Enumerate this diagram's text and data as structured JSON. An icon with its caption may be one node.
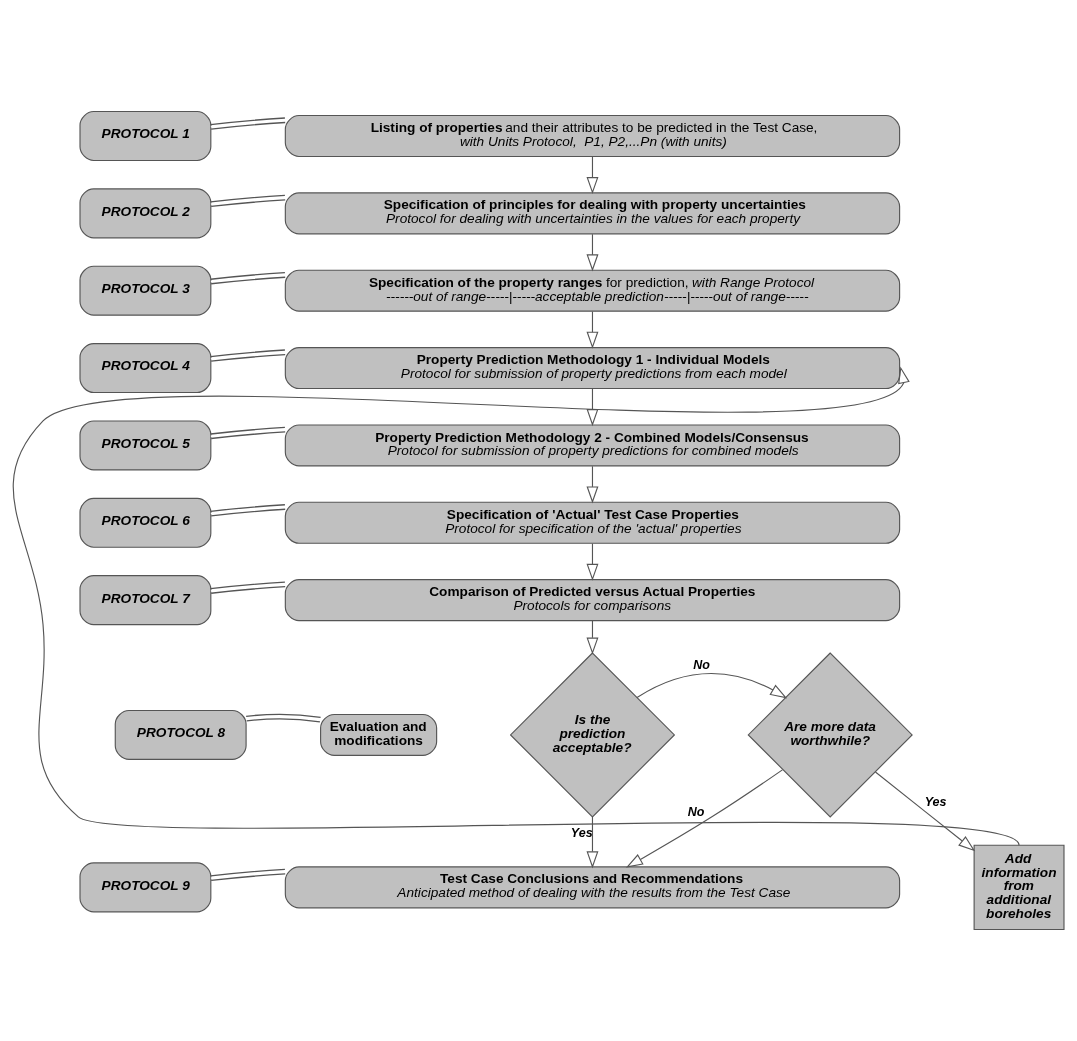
{
  "diagram": {
    "nodes": [
      {
        "text": [
          "PROTOCOL 1"
        ]
      },
      {
        "text": [
          "**Listing of properties** and their attributes to be predicted in the Test Case,",
          "with Units Protocol,  P1, P2,...Pn (with units)"
        ]
      },
      {
        "text": [
          "PROTOCOL 2"
        ]
      },
      {
        "text": [
          "Specification of principles for dealing with property uncertainties",
          "Protocol for dealing with uncertainties in the values for each property"
        ]
      },
      {
        "text": [
          "PROTOCOL 3"
        ]
      },
      {
        "text": [
          "**Specification of the property ranges** for prediction, *with Range Protocol*",
          "------out of range-----|-----acceptable prediction-----|-----out of range-----"
        ]
      },
      {
        "text": [
          "PROTOCOL 4"
        ]
      },
      {
        "text": [
          "Property Prediction Methodology 1 - Individual Models",
          "Protocol for submission of property predictions from each model"
        ]
      },
      {
        "text": [
          "PROTOCOL 5"
        ]
      },
      {
        "text": [
          "Property Prediction Methodology 2 - Combined Models/Consensus",
          "Protocol for submission of property predictions for combined models"
        ]
      },
      {
        "text": [
          "PROTOCOL 6"
        ]
      },
      {
        "text": [
          "Specification of 'Actual' Test Case Properties",
          "Protocol for specification of the 'actual' properties"
        ]
      },
      {
        "text": [
          "PROTOCOL 7"
        ]
      },
      {
        "text": [
          "Comparison of Predicted versus Actual Properties",
          "Protocols for comparisons"
        ]
      },
      {
        "text": [
          "Is the prediction acceptable?"
        ]
      },
      {
        "text": [
          "PROTOCOL 8"
        ]
      },
      {
        "text": [
          "Evaluation and modifications"
        ]
      },
      {
        "text": [
          "Are more data worthwhile?"
        ]
      },
      {
        "text": [
          "Add information from additional boreholes"
        ]
      },
      {
        "text": [
          "PROTOCOL 9"
        ]
      },
      {
        "text": [
          "Test Case Conclusions and Recommendations",
          "Anticipated method of dealing with the results from the Test Case"
        ]
      }
    ],
    "edges": [
      {
        "from": 0,
        "to": 1,
        "arrow": "none"
      },
      {
        "from": 1,
        "to": 3,
        "arrow": "to"
      },
      {
        "from": 2,
        "to": 3,
        "arrow": "none"
      },
      {
        "from": 3,
        "to": 5,
        "arrow": "to"
      },
      {
        "from": 4,
        "to": 5,
        "arrow": "none"
      },
      {
        "from": 5,
        "to": 7,
        "arrow": "to"
      },
      {
        "from": 6,
        "to": 7,
        "arrow": "none"
      },
      {
        "from": 7,
        "to": 9,
        "arrow": "to"
      },
      {
        "from": 8,
        "to": 9,
        "arrow": "none"
      },
      {
        "from": 9,
        "to": 11,
        "arrow": "to"
      },
      {
        "from": 10,
        "to": 11,
        "arrow": "none"
      },
      {
        "from": 11,
        "to": 13,
        "arrow": "to"
      },
      {
        "from": 12,
        "to": 13,
        "arrow": "none"
      },
      {
        "from": 13,
        "to": 14,
        "arrow": "to"
      },
      {
        "from": 14,
        "to": 17,
        "label": "No",
        "arrow": "to"
      },
      {
        "from": 17,
        "to": 18,
        "label": "Yes",
        "arrow": "to"
      },
      {
        "from": 18,
        "to": 7,
        "arrow": "to"
      },
      {
        "from": 15,
        "to": 16,
        "arrow": "none"
      },
      {
        "from": 14,
        "to": 20,
        "label": "Yes",
        "arrow": "to"
      },
      {
        "from": 17,
        "to": 20,
        "label": "No",
        "arrow": "to"
      },
      {
        "from": 19,
        "to": 20,
        "arrow": "none"
      }
    ]
  }
}
